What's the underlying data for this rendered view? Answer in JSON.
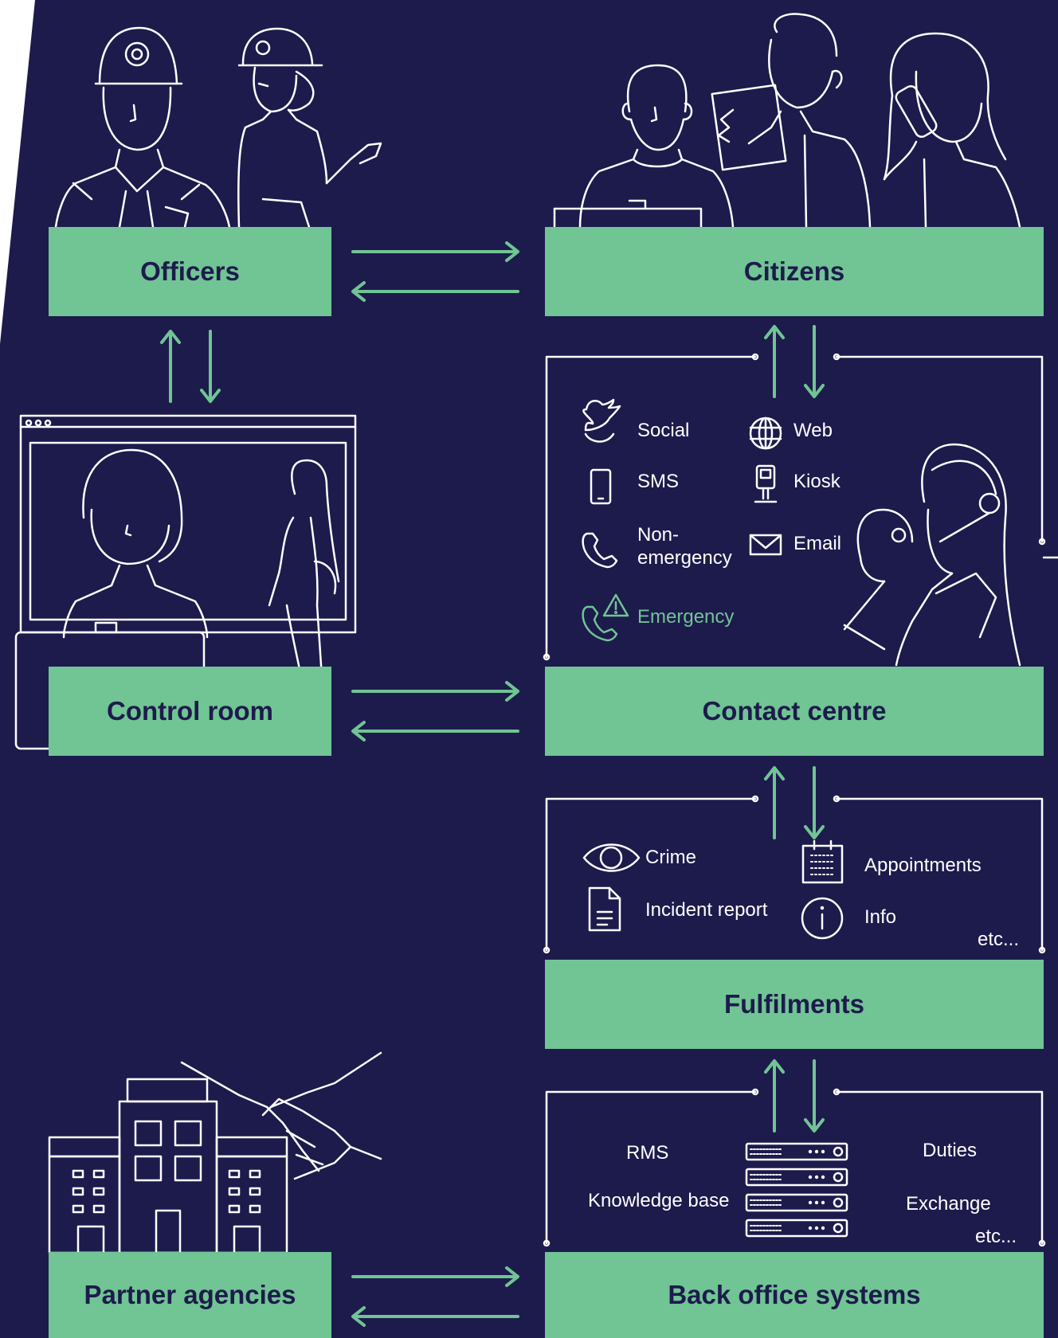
{
  "colors": {
    "background": "#1d1b4c",
    "accent": "#71c494",
    "line": "#ffffff",
    "box_text": "#1d1b4c"
  },
  "nodes": {
    "officers": "Officers",
    "citizens": "Citizens",
    "control_room": "Control room",
    "contact_centre": "Contact centre",
    "fulfilments": "Fulfilments",
    "partner_agencies": "Partner agencies",
    "back_office": "Back office systems"
  },
  "channels": {
    "social": "Social",
    "web": "Web",
    "sms": "SMS",
    "kiosk": "Kiosk",
    "non_emergency_1": "Non-",
    "non_emergency_2": "emergency",
    "email": "Email",
    "emergency": "Emergency"
  },
  "fulfilment_items": {
    "crime": "Crime",
    "appointments": "Appointments",
    "incident_report": "Incident report",
    "info": "Info",
    "etc": "etc..."
  },
  "back_office_items": {
    "rms": "RMS",
    "duties": "Duties",
    "knowledge_base": "Knowledge base",
    "exchange": "Exchange",
    "etc": "etc..."
  },
  "icons": [
    "twitter-icon",
    "globe-icon",
    "phone-icon",
    "kiosk-icon",
    "handset-icon",
    "envelope-icon",
    "emergency-icon",
    "eye-icon",
    "calendar-icon",
    "document-icon",
    "info-icon",
    "server-icon"
  ]
}
